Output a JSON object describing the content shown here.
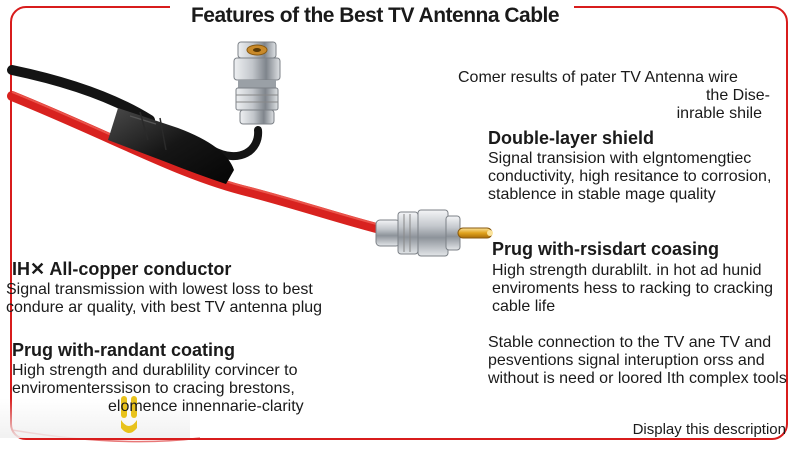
{
  "title": "Features of the Best TV Antenna Cable",
  "intro": {
    "line1": "Comer results of pater TV Antenna wire",
    "line2": "the Dise-",
    "line3": "inrable shile"
  },
  "features": [
    {
      "heading": "Double-layer shield",
      "lines": [
        "Signal transision with elgntomengtiec",
        "conductivity, high resitance to corrosion,",
        "stablence in stable mage quality"
      ]
    },
    {
      "heading": "Prug with-rsisdart coasing",
      "lines": [
        "High strength durablilt. in hot ad hunid",
        "enviroments hess to racking to cracking",
        "cable life"
      ]
    },
    {
      "heading": "IH✕ All-copper conductor",
      "lines": [
        "Signal transmission with lowest loss to best",
        "condure ar quality, vith best TV antenna plug"
      ]
    },
    {
      "heading": "Prug with-randant coating",
      "lines": [
        "High strength and durablility corvincer to",
        "enviromenterssison to cracing brestons,",
        "elomence innennarie-clarity"
      ]
    }
  ],
  "connection_text": {
    "lines": [
      "Stable connection to the TV ane TV and",
      "pesventions signal interuption orss and",
      "without is need or loored Ith complex tools"
    ]
  },
  "footer": "Display this description",
  "colors": {
    "frame": "#d81c1c",
    "cable_red": "#d8221f",
    "cable_black": "#141414",
    "metal": "#b9bec4",
    "gold": "#e0a21d",
    "logo": "#e8c21c"
  }
}
